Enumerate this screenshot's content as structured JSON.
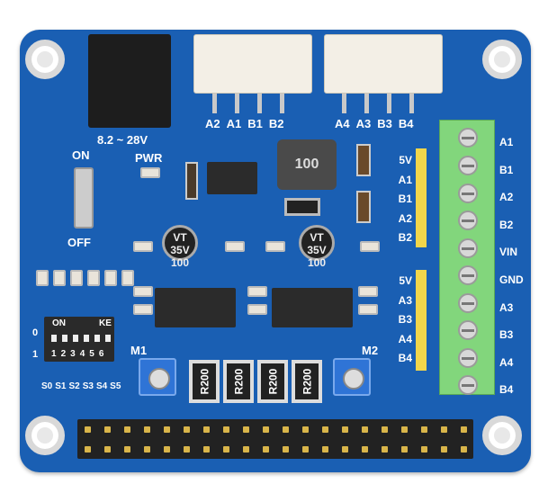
{
  "power_label": "8.2 ~ 28V",
  "switch": {
    "on": "ON",
    "off": "OFF"
  },
  "pwr": "PWR",
  "inductor": "100",
  "capacitors": [
    {
      "line1": "100",
      "line2": "35V",
      "line3": "VT"
    },
    {
      "line1": "100",
      "line2": "35V",
      "line3": "VT"
    }
  ],
  "connector1_pins": [
    "A2",
    "A1",
    "B1",
    "B2"
  ],
  "connector2_pins": [
    "A4",
    "A3",
    "B3",
    "B4"
  ],
  "header1_pins": [
    "5V",
    "A1",
    "B1",
    "A2",
    "B2"
  ],
  "header2_pins": [
    "5V",
    "A3",
    "B3",
    "A4",
    "B4"
  ],
  "terminal_labels": [
    "A1",
    "B1",
    "A2",
    "B2",
    "VIN",
    "GND",
    "A3",
    "B3",
    "A4",
    "B4"
  ],
  "dip": {
    "on": "ON",
    "ke": "KE",
    "zero": "0",
    "one": "1",
    "numbers": [
      "1",
      "2",
      "3",
      "4",
      "5",
      "6"
    ],
    "labels": [
      "S0",
      "S1",
      "S2",
      "S3",
      "S4",
      "S5"
    ]
  },
  "motor_labels": [
    "M1",
    "M2"
  ],
  "resistors": [
    "R200",
    "R200",
    "R200",
    "R200"
  ],
  "colors": {
    "board": "#1a5fb3",
    "terminal": "#82d67c",
    "header": "#f2d64b"
  }
}
